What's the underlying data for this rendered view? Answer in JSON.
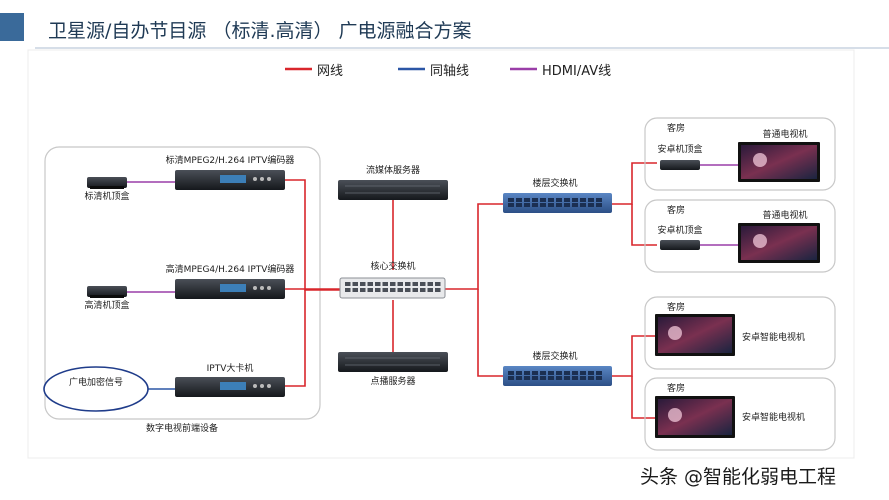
{
  "title": "卫星源/自办节目源 （标清.高清） 广电源融合方案",
  "legend": {
    "network": "网线",
    "coax": "同轴线",
    "hdmi_av": "HDMI/AV线"
  },
  "colors": {
    "network": "#d9262c",
    "coax": "#2b56a6",
    "hdmi_av": "#9a3ea8",
    "title_accent": "#3a6a9a"
  },
  "headend": {
    "group_label": "数字电视前端设备",
    "sd_encoder": "标清MPEG2/H.264 IPTV编码器",
    "hd_encoder": "高清MPEG4/H.264 IPTV编码器",
    "iptv_card": "IPTV大卡机",
    "sd_stb": "标清机顶盒",
    "hd_stb": "高清机顶盒",
    "encrypted_signal": "广电加密信号"
  },
  "core": {
    "streaming_server": "流媒体服务器",
    "core_switch": "核心交换机",
    "vod_server": "点播服务器"
  },
  "floor_switch": "楼层交换机",
  "rooms": [
    {
      "title": "客房",
      "stb": "安卓机顶盒",
      "tv": "普通电视机"
    },
    {
      "title": "客房",
      "stb": "安卓机顶盒",
      "tv": "普通电视机"
    },
    {
      "title": "客房",
      "tv": "安卓智能电视机"
    },
    {
      "title": "客房",
      "tv": "安卓智能电视机"
    }
  ],
  "watermark": "头条 @智能化弱电工程"
}
